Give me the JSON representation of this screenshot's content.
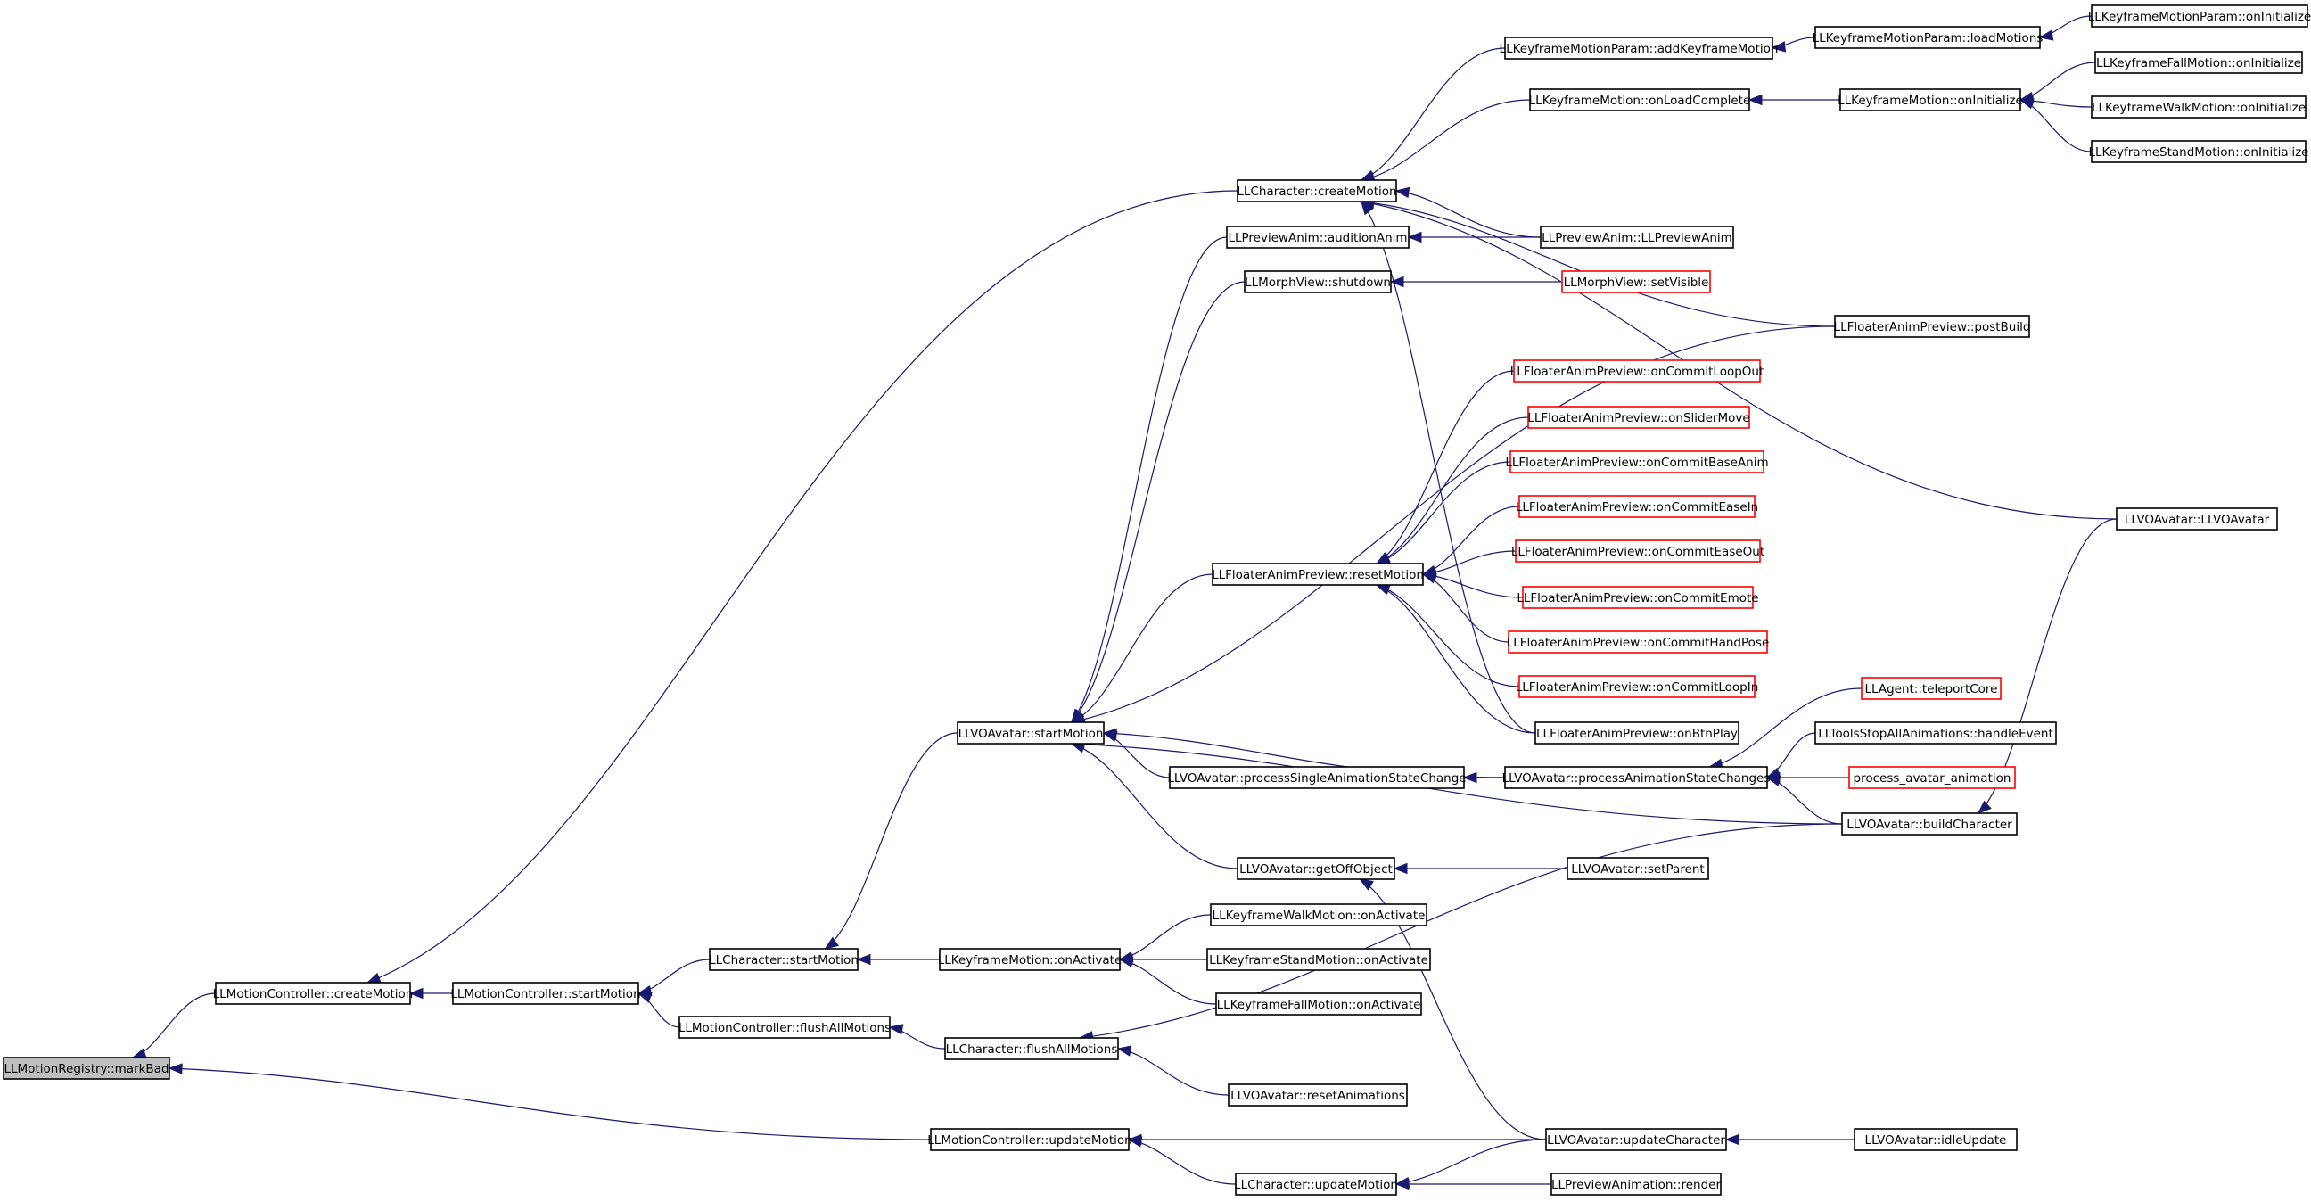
{
  "graph": {
    "root": "LLMotionRegistry::markBad",
    "colors": {
      "edge": "#191970",
      "node_border": "#000000",
      "truncated_node_border": "#ff0000",
      "root_fill": "#bfbfbf",
      "node_fill": "#ffffff"
    },
    "nodes": [
      {
        "id": "markBad",
        "label": "LLMotionRegistry::markBad",
        "style": "root"
      },
      {
        "id": "mcCreateMotion",
        "label": "LLMotionController::createMotion",
        "style": "normal"
      },
      {
        "id": "mcStartMotion",
        "label": "LLMotionController::startMotion",
        "style": "normal"
      },
      {
        "id": "mcFlushAll",
        "label": "LLMotionController::flushAllMotions",
        "style": "normal"
      },
      {
        "id": "mcUpdateMotion",
        "label": "LLMotionController::updateMotion",
        "style": "normal"
      },
      {
        "id": "charCreateMotion",
        "label": "LLCharacter::createMotion",
        "style": "normal"
      },
      {
        "id": "charStartMotion",
        "label": "LLCharacter::startMotion",
        "style": "normal"
      },
      {
        "id": "charFlushAll",
        "label": "LLCharacter::flushAllMotions",
        "style": "normal"
      },
      {
        "id": "charUpdateMotion",
        "label": "LLCharacter::updateMotion",
        "style": "normal"
      },
      {
        "id": "kfmOnActivate",
        "label": "LLKeyframeMotion::onActivate",
        "style": "normal"
      },
      {
        "id": "vaStartMotion",
        "label": "LLVOAvatar::startMotion",
        "style": "normal"
      },
      {
        "id": "kfmpAddKf",
        "label": "LLKeyframeMotionParam::addKeyframeMotion",
        "style": "normal"
      },
      {
        "id": "kfmpLoadMotions",
        "label": "LLKeyframeMotionParam::loadMotions",
        "style": "normal"
      },
      {
        "id": "kfmpOnInit",
        "label": "LLKeyframeMotionParam::onInitialize",
        "style": "normal"
      },
      {
        "id": "kfmOnLoadComplete",
        "label": "LLKeyframeMotion::onLoadComplete",
        "style": "normal"
      },
      {
        "id": "kfmOnInit",
        "label": "LLKeyframeMotion::onInitialize",
        "style": "normal"
      },
      {
        "id": "kffOnInit",
        "label": "LLKeyframeFallMotion::onInitialize",
        "style": "normal"
      },
      {
        "id": "kfwOnInit",
        "label": "LLKeyframeWalkMotion::onInitialize",
        "style": "normal"
      },
      {
        "id": "kfsOnInit",
        "label": "LLKeyframeStandMotion::onInitialize",
        "style": "normal"
      },
      {
        "id": "paAudition",
        "label": "LLPreviewAnim::auditionAnim",
        "style": "normal"
      },
      {
        "id": "paCtor",
        "label": "LLPreviewAnim::LLPreviewAnim",
        "style": "normal"
      },
      {
        "id": "mvShutdown",
        "label": "LLMorphView::shutdown",
        "style": "normal"
      },
      {
        "id": "mvSetVisible",
        "label": "LLMorphView::setVisible",
        "style": "truncated"
      },
      {
        "id": "fapPostBuild",
        "label": "LLFloaterAnimPreview::postBuild",
        "style": "normal"
      },
      {
        "id": "fapLoopOut",
        "label": "LLFloaterAnimPreview::onCommitLoopOut",
        "style": "truncated"
      },
      {
        "id": "fapSlider",
        "label": "LLFloaterAnimPreview::onSliderMove",
        "style": "truncated"
      },
      {
        "id": "fapBaseAnim",
        "label": "LLFloaterAnimPreview::onCommitBaseAnim",
        "style": "truncated"
      },
      {
        "id": "fapEaseIn",
        "label": "LLFloaterAnimPreview::onCommitEaseIn",
        "style": "truncated"
      },
      {
        "id": "fapEaseOut",
        "label": "LLFloaterAnimPreview::onCommitEaseOut",
        "style": "truncated"
      },
      {
        "id": "fapEmote",
        "label": "LLFloaterAnimPreview::onCommitEmote",
        "style": "truncated"
      },
      {
        "id": "fapHandPose",
        "label": "LLFloaterAnimPreview::onCommitHandPose",
        "style": "truncated"
      },
      {
        "id": "fapLoopIn",
        "label": "LLFloaterAnimPreview::onCommitLoopIn",
        "style": "truncated"
      },
      {
        "id": "fapBtnPlay",
        "label": "LLFloaterAnimPreview::onBtnPlay",
        "style": "normal"
      },
      {
        "id": "fapResetMotion",
        "label": "LLFloaterAnimPreview::resetMotion",
        "style": "normal"
      },
      {
        "id": "vaCtor",
        "label": "LLVOAvatar::LLVOAvatar",
        "style": "normal"
      },
      {
        "id": "agentTeleport",
        "label": "LLAgent::teleportCore",
        "style": "truncated"
      },
      {
        "id": "toolsStopAll",
        "label": "LLToolsStopAllAnimations::handleEvent",
        "style": "normal"
      },
      {
        "id": "processAvatarAnim",
        "label": "process_avatar_animation",
        "style": "truncated"
      },
      {
        "id": "vaProcessSingle",
        "label": "LLVOAvatar::processSingleAnimationStateChange",
        "style": "normal"
      },
      {
        "id": "vaProcessChanges",
        "label": "LLVOAvatar::processAnimationStateChanges",
        "style": "normal"
      },
      {
        "id": "vaBuildChar",
        "label": "LLVOAvatar::buildCharacter",
        "style": "normal"
      },
      {
        "id": "vaGetOffObject",
        "label": "LLVOAvatar::getOffObject",
        "style": "normal"
      },
      {
        "id": "vaSetParent",
        "label": "LLVOAvatar::setParent",
        "style": "normal"
      },
      {
        "id": "kfwOnActivate",
        "label": "LLKeyframeWalkMotion::onActivate",
        "style": "normal"
      },
      {
        "id": "kfsOnActivate",
        "label": "LLKeyframeStandMotion::onActivate",
        "style": "normal"
      },
      {
        "id": "kffOnActivate",
        "label": "LLKeyframeFallMotion::onActivate",
        "style": "normal"
      },
      {
        "id": "vaResetAnims",
        "label": "LLVOAvatar::resetAnimations",
        "style": "normal"
      },
      {
        "id": "vaUpdateChar",
        "label": "LLVOAvatar::updateCharacter",
        "style": "normal"
      },
      {
        "id": "vaIdleUpdate",
        "label": "LLVOAvatar::idleUpdate",
        "style": "normal"
      },
      {
        "id": "previewAnimRender",
        "label": "LLPreviewAnimation::render",
        "style": "normal"
      }
    ],
    "edges": [
      {
        "from": "mcCreateMotion",
        "to": "markBad"
      },
      {
        "from": "mcUpdateMotion",
        "to": "markBad"
      },
      {
        "from": "charCreateMotion",
        "to": "mcCreateMotion"
      },
      {
        "from": "mcStartMotion",
        "to": "mcCreateMotion"
      },
      {
        "from": "charStartMotion",
        "to": "mcStartMotion"
      },
      {
        "from": "mcFlushAll",
        "to": "mcStartMotion"
      },
      {
        "from": "charFlushAll",
        "to": "mcFlushAll"
      },
      {
        "from": "charUpdateMotion",
        "to": "mcUpdateMotion"
      },
      {
        "from": "vaUpdateChar",
        "to": "mcUpdateMotion"
      },
      {
        "from": "kfmOnActivate",
        "to": "charStartMotion"
      },
      {
        "from": "vaStartMotion",
        "to": "charStartMotion"
      },
      {
        "from": "vaBuildChar",
        "to": "charFlushAll"
      },
      {
        "from": "vaResetAnims",
        "to": "charFlushAll"
      },
      {
        "from": "vaUpdateChar",
        "to": "charUpdateMotion"
      },
      {
        "from": "previewAnimRender",
        "to": "charUpdateMotion"
      },
      {
        "from": "kfwOnActivate",
        "to": "kfmOnActivate"
      },
      {
        "from": "kfsOnActivate",
        "to": "kfmOnActivate"
      },
      {
        "from": "kffOnActivate",
        "to": "kfmOnActivate"
      },
      {
        "from": "kfmpAddKf",
        "to": "charCreateMotion"
      },
      {
        "from": "kfmOnLoadComplete",
        "to": "charCreateMotion"
      },
      {
        "from": "paCtor",
        "to": "charCreateMotion"
      },
      {
        "from": "fapPostBuild",
        "to": "charCreateMotion"
      },
      {
        "from": "vaCtor",
        "to": "charCreateMotion"
      },
      {
        "from": "kfmpLoadMotions",
        "to": "kfmpAddKf"
      },
      {
        "from": "kfmpOnInit",
        "to": "kfmpLoadMotions"
      },
      {
        "from": "kfmOnInit",
        "to": "kfmOnLoadComplete"
      },
      {
        "from": "kffOnInit",
        "to": "kfmOnInit"
      },
      {
        "from": "kfwOnInit",
        "to": "kfmOnInit"
      },
      {
        "from": "kfsOnInit",
        "to": "kfmOnInit"
      },
      {
        "from": "paCtor",
        "to": "paAudition"
      },
      {
        "from": "mvSetVisible",
        "to": "mvShutdown"
      },
      {
        "from": "paAudition",
        "to": "vaStartMotion"
      },
      {
        "from": "mvShutdown",
        "to": "vaStartMotion"
      },
      {
        "from": "fapPostBuild",
        "to": "vaStartMotion"
      },
      {
        "from": "fapResetMotion",
        "to": "vaStartMotion"
      },
      {
        "from": "fapLoopOut",
        "to": "fapResetMotion"
      },
      {
        "from": "fapSlider",
        "to": "fapResetMotion"
      },
      {
        "from": "fapBaseAnim",
        "to": "fapResetMotion"
      },
      {
        "from": "fapEaseIn",
        "to": "fapResetMotion"
      },
      {
        "from": "fapEaseOut",
        "to": "fapResetMotion"
      },
      {
        "from": "fapEmote",
        "to": "fapResetMotion"
      },
      {
        "from": "fapHandPose",
        "to": "fapResetMotion"
      },
      {
        "from": "fapLoopIn",
        "to": "fapResetMotion"
      },
      {
        "from": "fapBtnPlay",
        "to": "fapResetMotion"
      },
      {
        "from": "fapBtnPlay",
        "to": "charCreateMotion"
      },
      {
        "from": "vaProcessSingle",
        "to": "vaStartMotion"
      },
      {
        "from": "vaProcessChanges",
        "to": "vaStartMotion"
      },
      {
        "from": "vaProcessChanges",
        "to": "vaProcessSingle"
      },
      {
        "from": "vaBuildChar",
        "to": "vaStartMotion"
      },
      {
        "from": "vaGetOffObject",
        "to": "vaStartMotion"
      },
      {
        "from": "agentTeleport",
        "to": "vaProcessChanges"
      },
      {
        "from": "toolsStopAll",
        "to": "vaProcessChanges"
      },
      {
        "from": "processAvatarAnim",
        "to": "vaProcessChanges"
      },
      {
        "from": "vaBuildChar",
        "to": "vaProcessChanges"
      },
      {
        "from": "vaCtor",
        "to": "vaBuildChar"
      },
      {
        "from": "vaSetParent",
        "to": "vaGetOffObject"
      },
      {
        "from": "vaUpdateChar",
        "to": "vaGetOffObject"
      },
      {
        "from": "vaIdleUpdate",
        "to": "vaUpdateChar"
      }
    ]
  }
}
